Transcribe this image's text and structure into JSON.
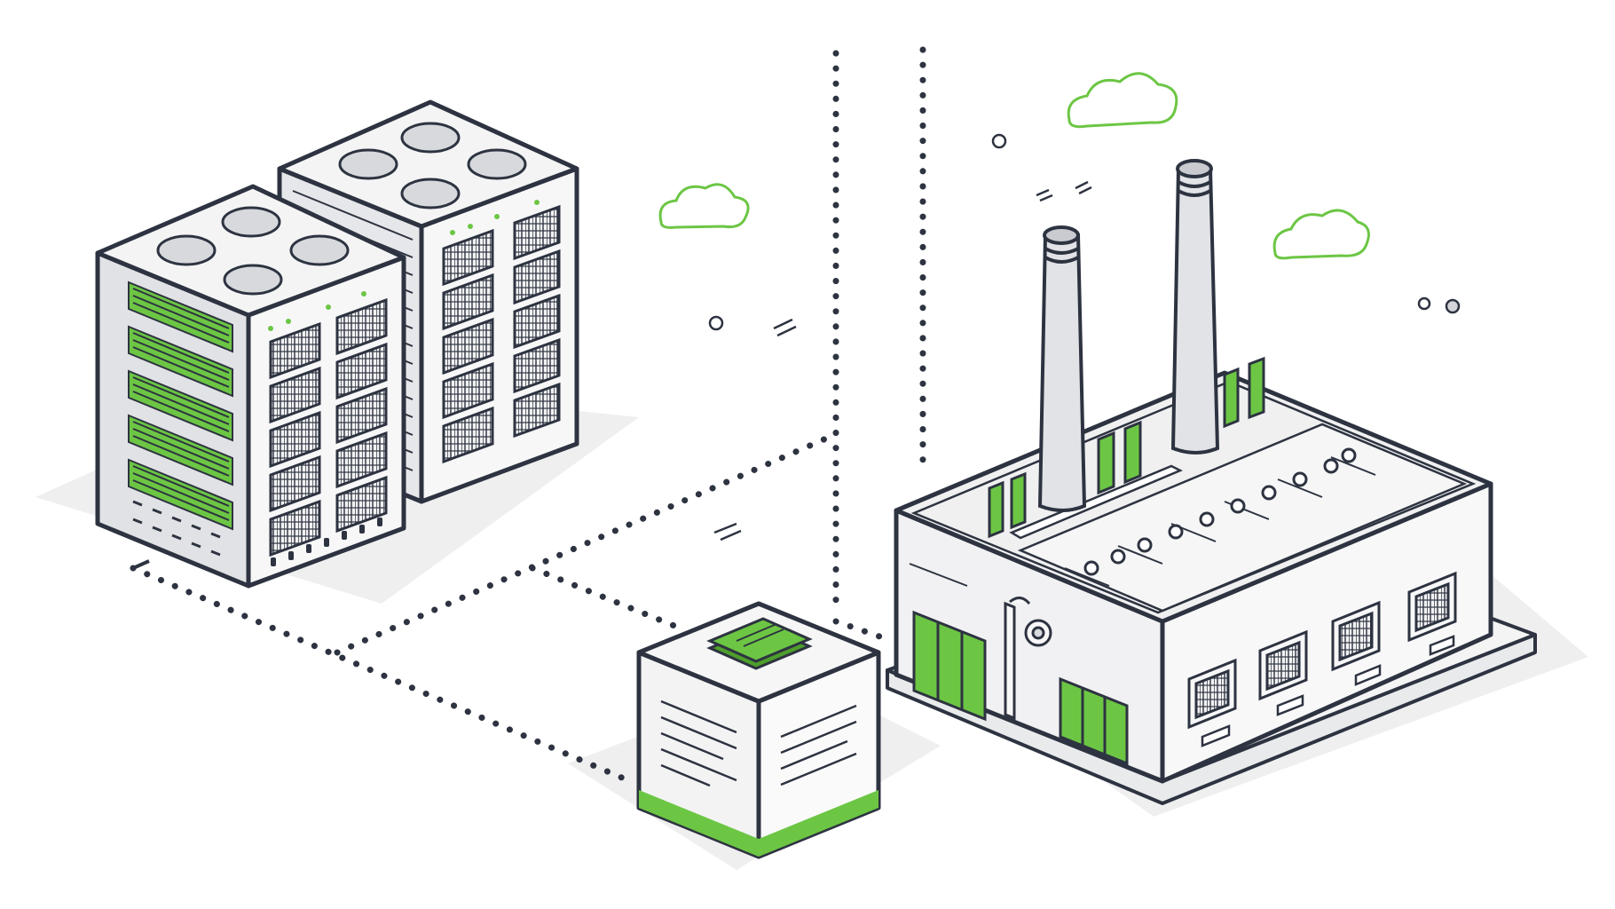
{
  "illustration": {
    "subject": "isometric-data-center-edge-device-factory",
    "colors": {
      "outline": "#2d3340",
      "accent_green": "#6cc644",
      "dark_green": "#4e9e2c",
      "face_light": "#f7f7f8",
      "face_mid": "#e9eaec",
      "face_dark": "#d3d5d9",
      "shadow": "#eeeeef",
      "dot_line": "#2d3340"
    },
    "elements": [
      {
        "name": "server-rack-back",
        "icon": "server-rack-icon"
      },
      {
        "name": "server-rack-front",
        "icon": "server-rack-icon"
      },
      {
        "name": "edge-device",
        "icon": "edge-box-icon"
      },
      {
        "name": "factory",
        "icon": "factory-icon"
      },
      {
        "name": "smokestack-left",
        "icon": "chimney-icon"
      },
      {
        "name": "smokestack-right",
        "icon": "chimney-icon"
      },
      {
        "name": "cloud-small-left",
        "icon": "cloud-icon"
      },
      {
        "name": "cloud-top",
        "icon": "cloud-icon"
      },
      {
        "name": "cloud-right",
        "icon": "cloud-icon"
      }
    ]
  }
}
